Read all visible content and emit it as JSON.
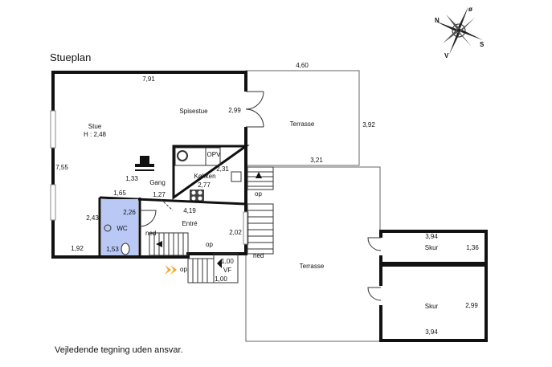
{
  "title": "Stueplan",
  "footer": "Vejledende tegning uden ansvar.",
  "compass": {
    "n": "N",
    "o": "ø",
    "s": "S",
    "v": "V"
  },
  "rooms": {
    "stue": "Stue",
    "stue_height": "H : 2,48",
    "spisestue": "Spisestue",
    "terrasse_top": "Terrasse",
    "terrasse_main": "Terrasse",
    "opv": "OPV",
    "koekken": "Køkken",
    "gang": "Gang",
    "entre": "Entré",
    "wc": "WC",
    "vf": "VF",
    "skur_top": "Skur",
    "skur_bottom": "Skur"
  },
  "stairs": {
    "op1": "op",
    "op2": "op",
    "op3": "op",
    "ned1": "ned",
    "ned2": "ned"
  },
  "dims": {
    "d791": "7,91",
    "d460": "4,60",
    "d299a": "2,99",
    "d392": "3,92",
    "d755": "7,55",
    "d321": "3,21",
    "d133": "1,33",
    "d231": "2,31",
    "d277": "2,77",
    "d165": "1,65",
    "d127": "1,27",
    "d419": "4,19",
    "d226": "2,26",
    "d243": "2,43",
    "d202": "2,02",
    "d192": "1,92",
    "d153": "1,53",
    "d100a": "1,00",
    "d100b": "1,00",
    "d394a": "3,94",
    "d136": "1,36",
    "d299b": "2,99",
    "d394b": "3,94"
  },
  "colors": {
    "wc_fill": "#b9c8f5",
    "wall": "#111111",
    "accent_arrow": "#f5a623"
  }
}
